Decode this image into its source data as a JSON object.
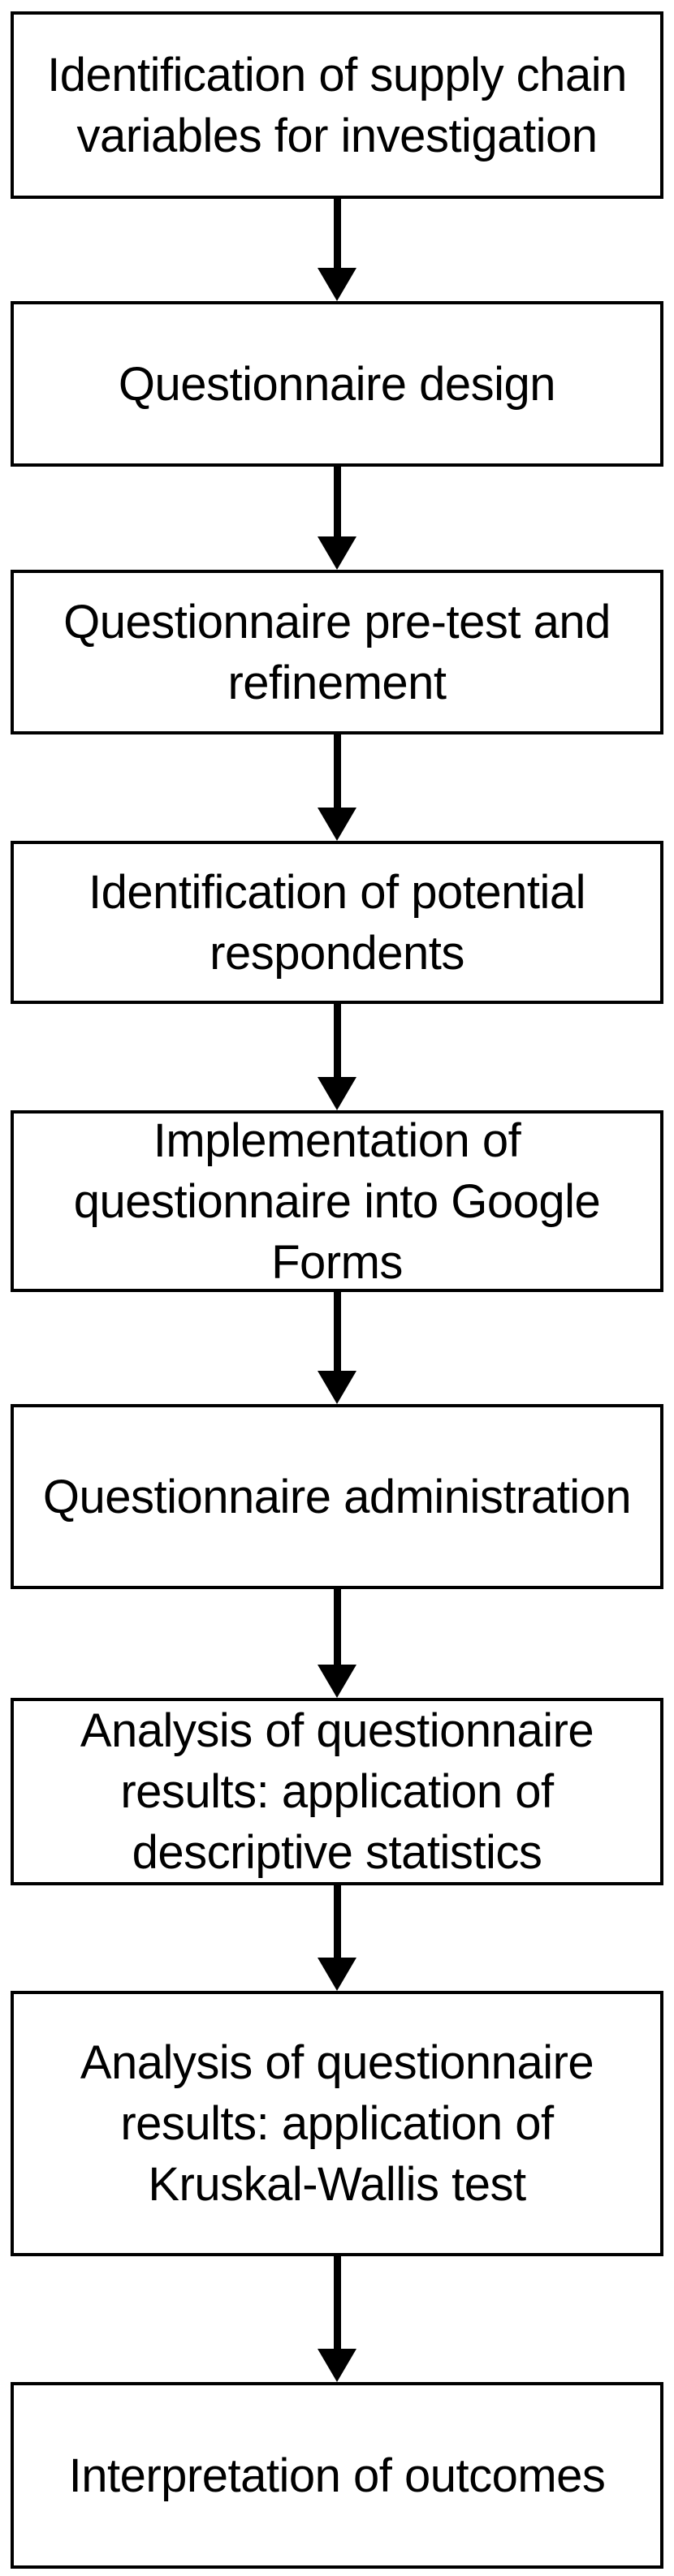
{
  "flowchart": {
    "steps": [
      {
        "label": "Identification of supply chain\nvariables for investigation"
      },
      {
        "label": "Questionnaire design"
      },
      {
        "label": "Questionnaire pre-test and\nrefinement"
      },
      {
        "label": "Identification of potential\nrespondents"
      },
      {
        "label": "Implementation of\nquestionnaire into Google\nForms"
      },
      {
        "label": "Questionnaire administration"
      },
      {
        "label": "Analysis of questionnaire\nresults: application of\ndescriptive statistics"
      },
      {
        "label": "Analysis of questionnaire\nresults: application of\nKruskal-Wallis test"
      },
      {
        "label": "Interpretation of outcomes"
      }
    ],
    "connector": {
      "type": "arrow-down",
      "count": 8
    },
    "colors": {
      "box_border": "#000000",
      "box_fill": "#ffffff",
      "text": "#000000",
      "arrow": "#000000",
      "background": "#ffffff"
    }
  }
}
